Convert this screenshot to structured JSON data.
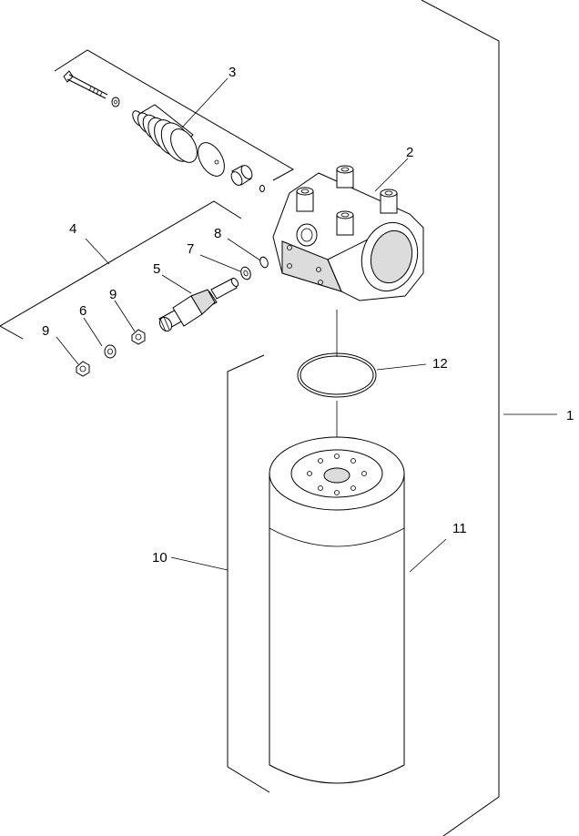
{
  "callouts": [
    {
      "id": "c1",
      "text": "1"
    },
    {
      "id": "c2",
      "text": "2"
    },
    {
      "id": "c3",
      "text": "3"
    },
    {
      "id": "c4",
      "text": "4"
    },
    {
      "id": "c5",
      "text": "5"
    },
    {
      "id": "c6",
      "text": "6"
    },
    {
      "id": "c7",
      "text": "7"
    },
    {
      "id": "c8",
      "text": "8"
    },
    {
      "id": "c9a",
      "text": "9"
    },
    {
      "id": "c9b",
      "text": "9"
    },
    {
      "id": "c10",
      "text": "10"
    },
    {
      "id": "c11",
      "text": "11"
    },
    {
      "id": "c12",
      "text": "12"
    }
  ],
  "colors": {
    "line": "#000000",
    "background": "#ffffff",
    "shade": "#dcdcdc"
  }
}
